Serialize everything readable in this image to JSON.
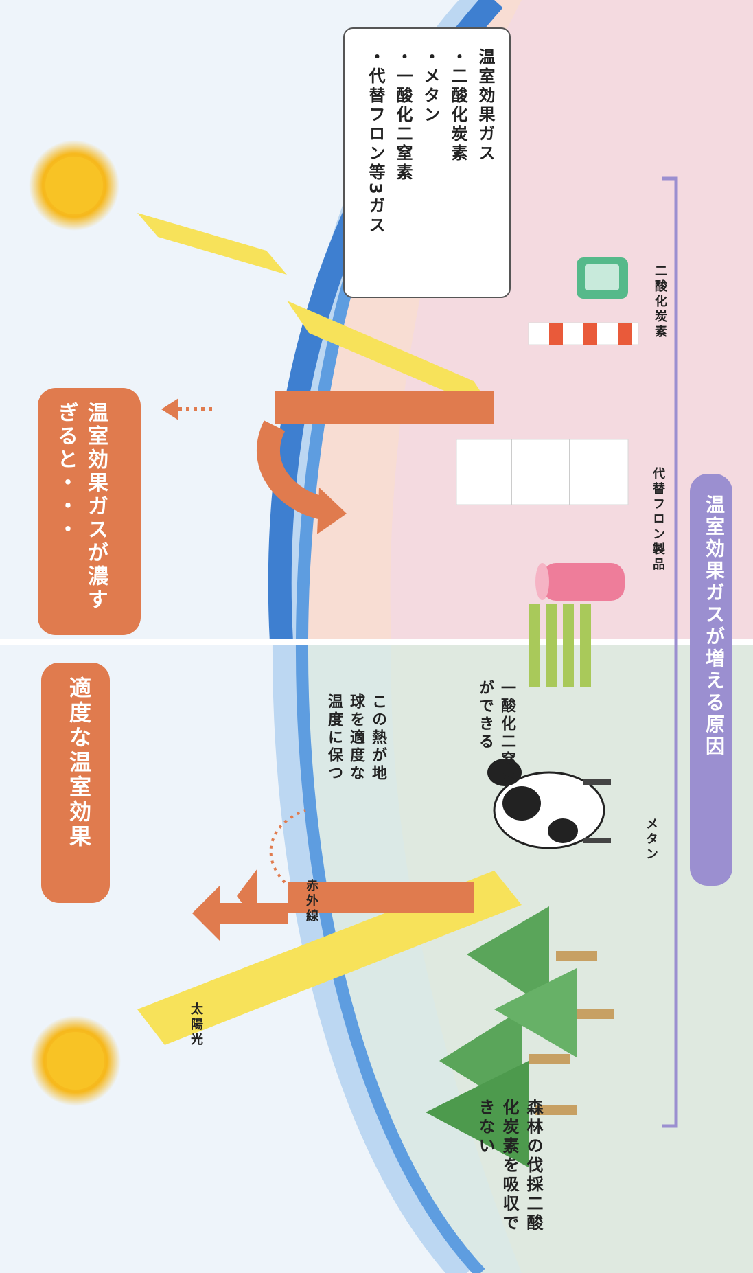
{
  "headings": {
    "moderate": "適度な温室効果",
    "too_dense": "温室効果ガスが濃すぎると・・・"
  },
  "labels": {
    "sunlight": "太陽光",
    "infrared": "赤外線",
    "heat_note": "この熱が地球を適度な温度に保つ",
    "forest_note": "森林の伐採二酸化炭素を吸収できない",
    "methane_cow": "メタン",
    "n2o_field": "一酸化二窒素ができる",
    "fluorocarbon_products": "代替フロン製品",
    "co2_car": "二酸化炭素"
  },
  "ghg_box": {
    "title": "温室効果ガス",
    "items": [
      "・二酸化炭素",
      "・メタン",
      "・一酸化二窒素",
      "・代替フロン等3ガス"
    ]
  },
  "causes_banner": "温室効果ガスが増える原因",
  "colors": {
    "orange": "#e07b4e",
    "sun": "#f6c21c",
    "beam": "#f7e25a",
    "atmosphere": "#5e9de0",
    "purple": "#9b8fd0"
  }
}
